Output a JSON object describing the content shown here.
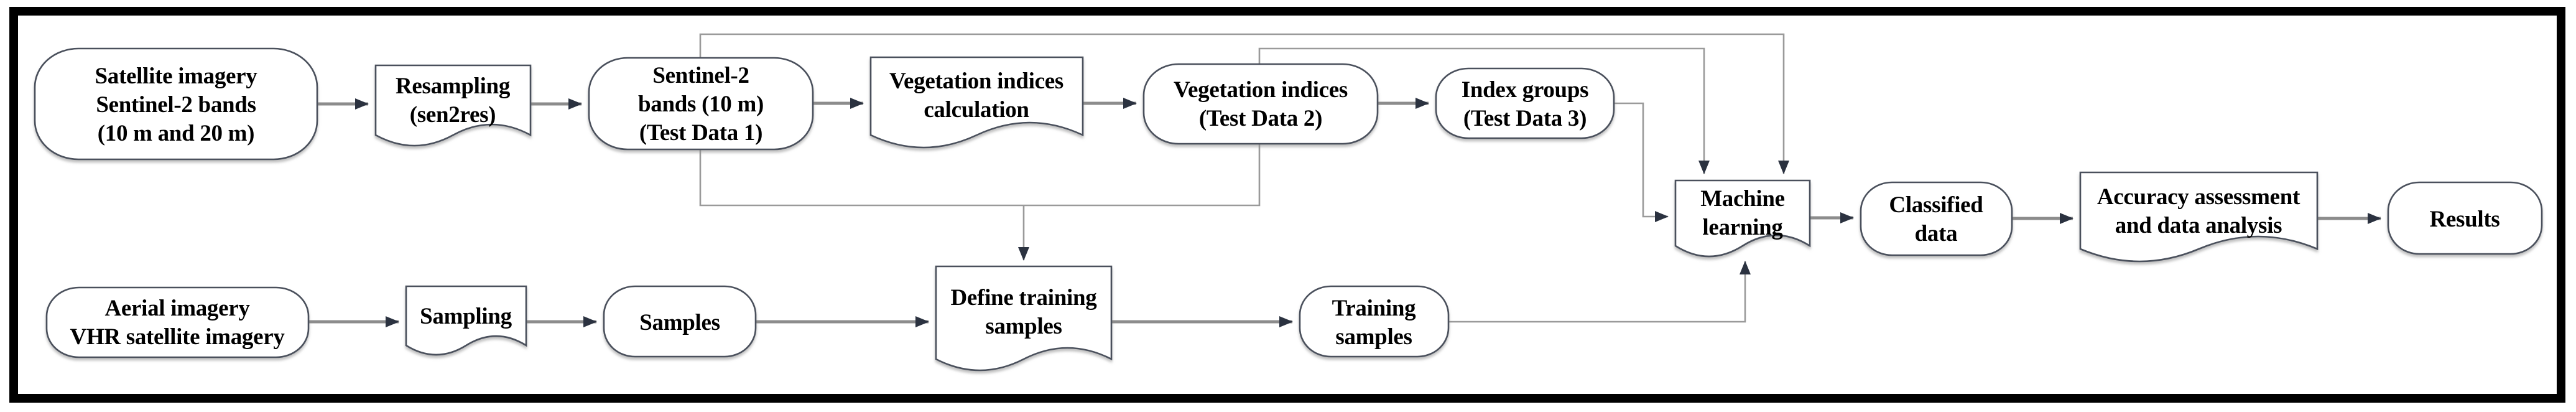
{
  "figure": {
    "type": "flowchart",
    "description_domain": "Diagram",
    "colors": {
      "background": "#ffffff",
      "frame": "#000000",
      "shape_fill": "#ffffff",
      "shape_stroke": "#4a505c",
      "connector_shaft": "#8c8c8c",
      "arrowhead": "#2b3240",
      "text": "#000000"
    },
    "nodes": {
      "satellite_imagery": {
        "shape": "stadium",
        "lines": [
          "Satellite imagery",
          "Sentinel-2 bands",
          "(10 m and 20 m)"
        ]
      },
      "resampling": {
        "shape": "document",
        "lines": [
          "Resampling",
          "(sen2res)"
        ]
      },
      "sentinel2_bands": {
        "shape": "stadium",
        "lines": [
          "Sentinel-2",
          "bands (10 m)",
          "(Test Data 1)"
        ]
      },
      "veg_indices_calc": {
        "shape": "document",
        "lines": [
          "Vegetation indices",
          "calculation"
        ]
      },
      "veg_indices_td2": {
        "shape": "stadium",
        "lines": [
          "Vegetation indices",
          "(Test Data 2)"
        ]
      },
      "index_groups": {
        "shape": "stadium",
        "lines": [
          "Index groups",
          "(Test Data 3)"
        ]
      },
      "machine_learning": {
        "shape": "document",
        "lines": [
          "Machine",
          "learning"
        ]
      },
      "classified_data": {
        "shape": "stadium",
        "lines": [
          "Classified",
          "data"
        ]
      },
      "accuracy_assessment": {
        "shape": "document",
        "lines": [
          "Accuracy assessment",
          "and data analysis"
        ]
      },
      "results": {
        "shape": "stadium",
        "lines": [
          "Results"
        ]
      },
      "aerial_imagery": {
        "shape": "stadium",
        "lines": [
          "Aerial imagery",
          "VHR satellite imagery"
        ]
      },
      "sampling": {
        "shape": "document",
        "lines": [
          "Sampling"
        ]
      },
      "samples": {
        "shape": "stadium",
        "lines": [
          "Samples"
        ]
      },
      "define_training_samples": {
        "shape": "document",
        "lines": [
          "Define training",
          "samples"
        ]
      },
      "training_samples": {
        "shape": "stadium",
        "lines": [
          "Training",
          "samples"
        ]
      }
    }
  }
}
